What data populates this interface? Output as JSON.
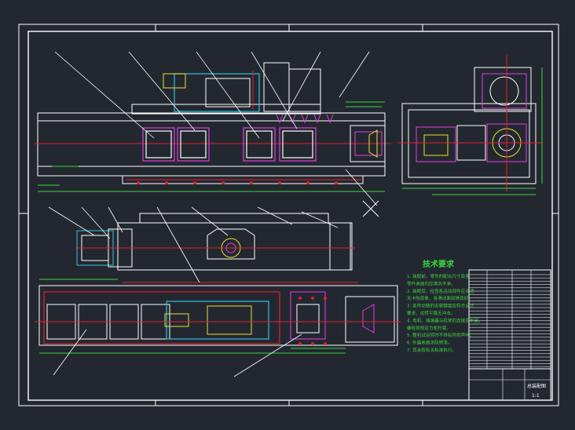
{
  "drawing": {
    "tech_title": "技术要求",
    "tech_notes": [
      "1. 装配前，零件的配合尺寸及各",
      "   零件表面均应清洗干净。",
      "2. 装配后，检查各运动部件应灵活",
      "   无卡阻现象，各滑动面润滑良好。",
      "3. 各传动链的安装精度应符合设计",
      "   要求，运转平稳无冲击。",
      "4. 电机、减速器与机架的连接应牢固，",
      "   螺栓按规定力矩拧紧。",
      "5. 整机试运转时不得有异常声响。",
      "6. 外露表面涂防锈漆。",
      "7. 其余按有关标准执行。"
    ],
    "title_block": {
      "drawing_name": "总装配图",
      "scale": "1:1"
    }
  },
  "colors": {
    "background": "#232830",
    "frame": "#ffffff",
    "accent_green": "#3ed43e",
    "centerline_red": "#e0202e",
    "magenta": "#e040e0",
    "cyan": "#30c0e0",
    "yellow": "#e8e030"
  }
}
